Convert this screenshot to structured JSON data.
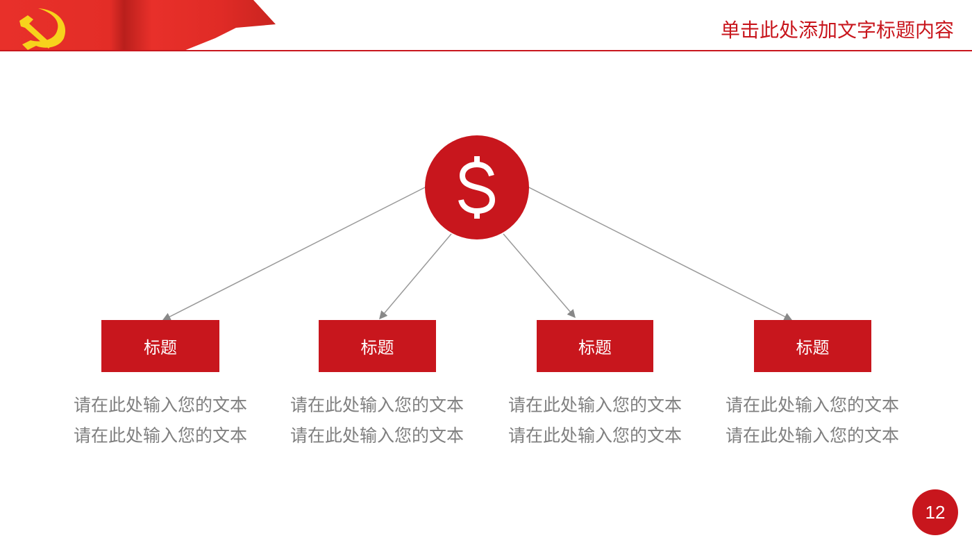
{
  "header": {
    "title": "单击此处添加文字标题内容"
  },
  "hub": {
    "icon": "dollar-icon"
  },
  "items": [
    {
      "title": "标题",
      "line1": "请在此处输入您的文本",
      "line2": "请在此处输入您的文本"
    },
    {
      "title": "标题",
      "line1": "请在此处输入您的文本",
      "line2": "请在此处输入您的文本"
    },
    {
      "title": "标题",
      "line1": "请在此处输入您的文本",
      "line2": "请在此处输入您的文本"
    },
    {
      "title": "标题",
      "line1": "请在此处输入您的文本",
      "line2": "请在此处输入您的文本"
    }
  ],
  "page_number": "12",
  "colors": {
    "accent": "#c8161d",
    "text_gray": "#7f7f7f",
    "emblem": "#f7d21c"
  }
}
